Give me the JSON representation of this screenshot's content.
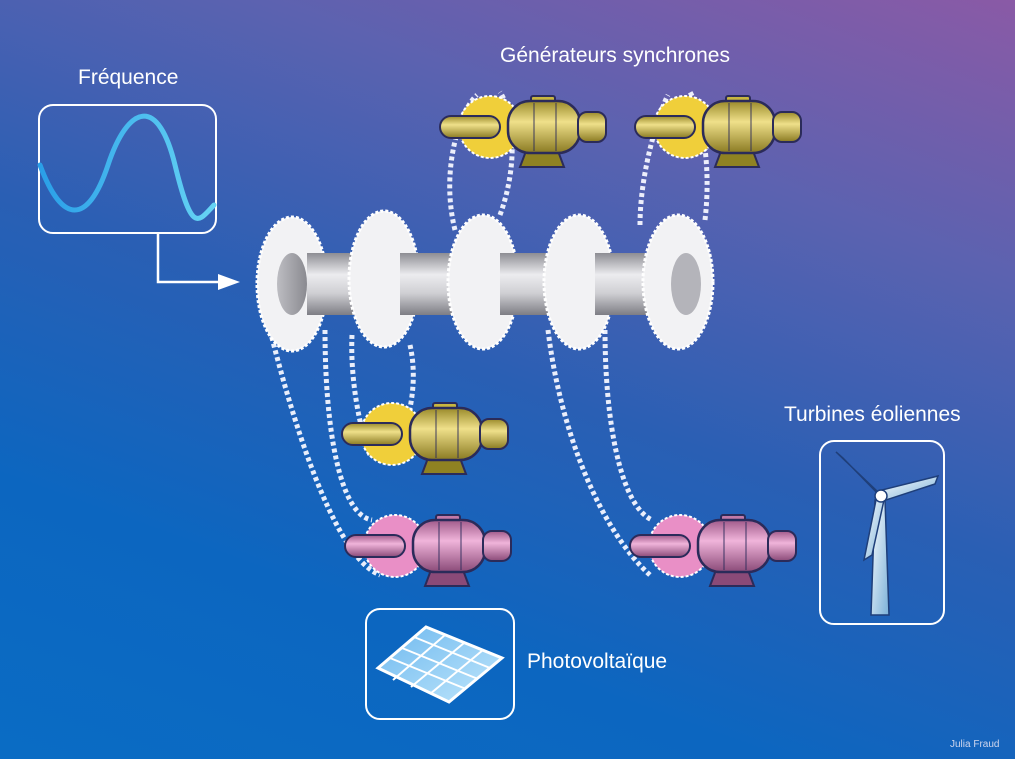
{
  "labels": {
    "frequence": "Fréquence",
    "generateurs": "Générateurs synchrones",
    "turbines": "Turbines éoliennes",
    "photovoltaique": "Photovoltaïque",
    "credit": "Julia Fraud"
  },
  "colors": {
    "synchronous_generator": "#d8c34e",
    "renewable_converter": "#d488b8",
    "shaft": "#c4c4c8",
    "gear": "#f2f2f4",
    "chain": "#d9dceb",
    "sine_wave": "#3ec3f0",
    "panel_outline": "#ffffff"
  },
  "icons": [
    "sine-wave-icon",
    "arrow-right-icon",
    "wind-turbine-icon",
    "solar-panel-icon"
  ]
}
